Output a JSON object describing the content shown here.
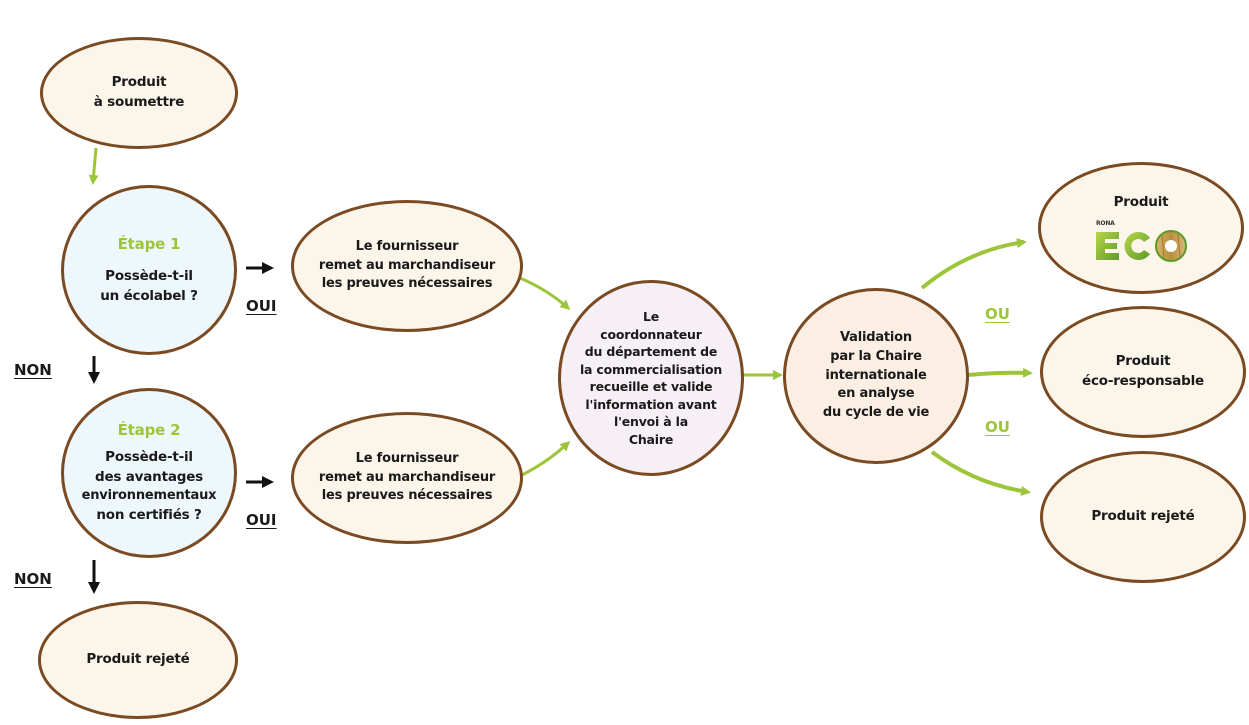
{
  "nodes": {
    "start": [
      "Produit",
      "à soumettre"
    ],
    "step1": {
      "title": "Étape 1",
      "lines": [
        "Possède-t-il",
        "un écolabel ?"
      ]
    },
    "step2": {
      "title": "Étape 2",
      "lines": [
        "Possède-t-il",
        "des avantages",
        "environnementaux",
        "non certifiés ?"
      ]
    },
    "supplier1": [
      "Le fournisseur",
      "remet au marchandiseur",
      "les preuves nécessaires"
    ],
    "supplier2": [
      "Le fournisseur",
      "remet au marchandiseur",
      "les preuves nécessaires"
    ],
    "coordinator": [
      "Le",
      "coordonnateur",
      "du département de",
      "la commercialisation",
      "recueille et valide",
      "l'information avant",
      "l'envoi à la",
      "Chaire"
    ],
    "validation": [
      "Validation",
      "par la Chaire",
      "internationale",
      "en analyse",
      "du cycle de vie"
    ],
    "rejected_left": "Produit rejeté",
    "result_eco": {
      "title": "Produit",
      "logo_small": "RONA",
      "logo_text": "ECO"
    },
    "result_responsible": [
      "Produit",
      "éco-responsable"
    ],
    "result_rejected": "Produit rejeté"
  },
  "labels": {
    "oui1": "OUI",
    "oui2": "OUI",
    "non1": "NON",
    "non2": "NON",
    "ou1": "OU",
    "ou2": "OU"
  },
  "colors": {
    "node_border": "#7a4a22",
    "accent_green": "#9cc53a",
    "arrow_dark": "#111111",
    "fill_cream": "#fbf5ea",
    "fill_blue": "#eef7fc",
    "fill_purple": "#f6eff5",
    "fill_peach": "#fbeee3"
  }
}
